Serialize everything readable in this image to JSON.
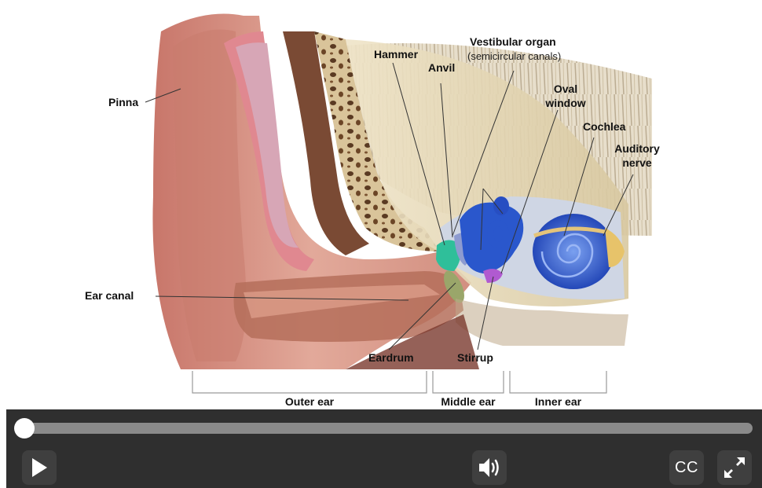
{
  "diagram": {
    "labels": {
      "pinna": "Pinna",
      "ear_canal": "Ear canal",
      "hammer": "Hammer",
      "anvil": "Anvil",
      "vestibular_organ": "Vestibular organ",
      "vestibular_organ_sub": "(semicircular canals)",
      "oval_window_line1": "Oval",
      "oval_window_line2": "window",
      "cochlea": "Cochlea",
      "auditory_nerve_line1": "Auditory",
      "auditory_nerve_line2": "nerve",
      "eardrum": "Eardrum",
      "stirrup": "Stirrup"
    },
    "regions": {
      "outer": "Outer ear",
      "middle": "Middle ear",
      "inner": "Inner ear"
    }
  },
  "player": {
    "progress": 0,
    "play_icon": "play-icon",
    "volume_icon": "volume-icon",
    "cc_label": "CC",
    "fullscreen_icon": "fullscreen-icon"
  },
  "colors": {
    "control_bar": "#2f2f2f",
    "progress_track": "#8a8a8a",
    "cochlea_blue": "#2f5fd0",
    "ossicle_green": "#2fbf9a",
    "stirrup_purple": "#b05ad0",
    "skin": "#d99a8a"
  }
}
